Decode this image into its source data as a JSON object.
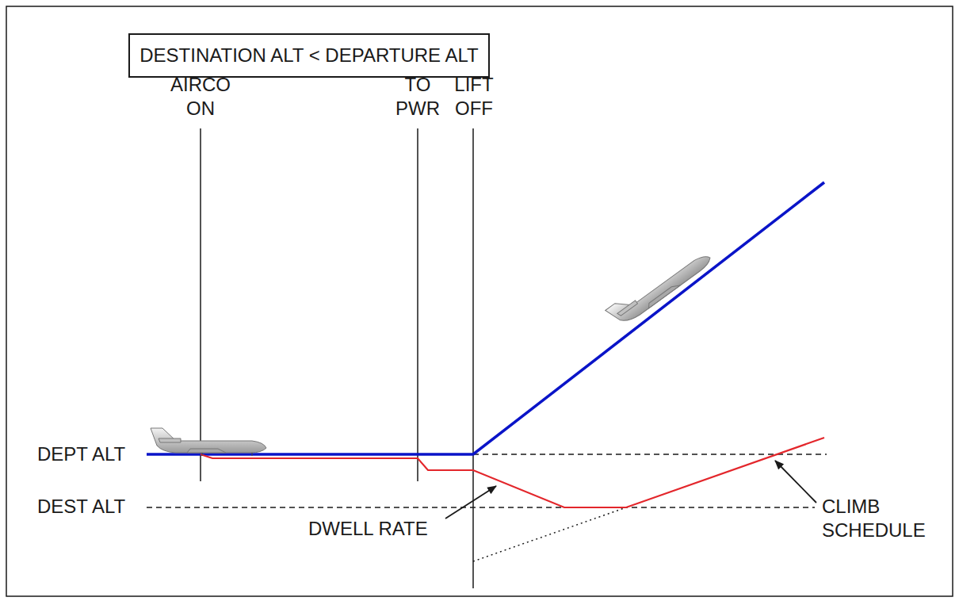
{
  "diagram": {
    "nodes": [
      {
        "text": [
          "DESTINATION ALT < DEPARTURE ALT"
        ]
      }
    ],
    "labels": [
      "AIRCO ON",
      "TO PWR",
      "LIFT OFF",
      "DEPT ALT",
      "DEST ALT",
      "DWELL RATE",
      "CLIMB SCHEDULE"
    ]
  }
}
